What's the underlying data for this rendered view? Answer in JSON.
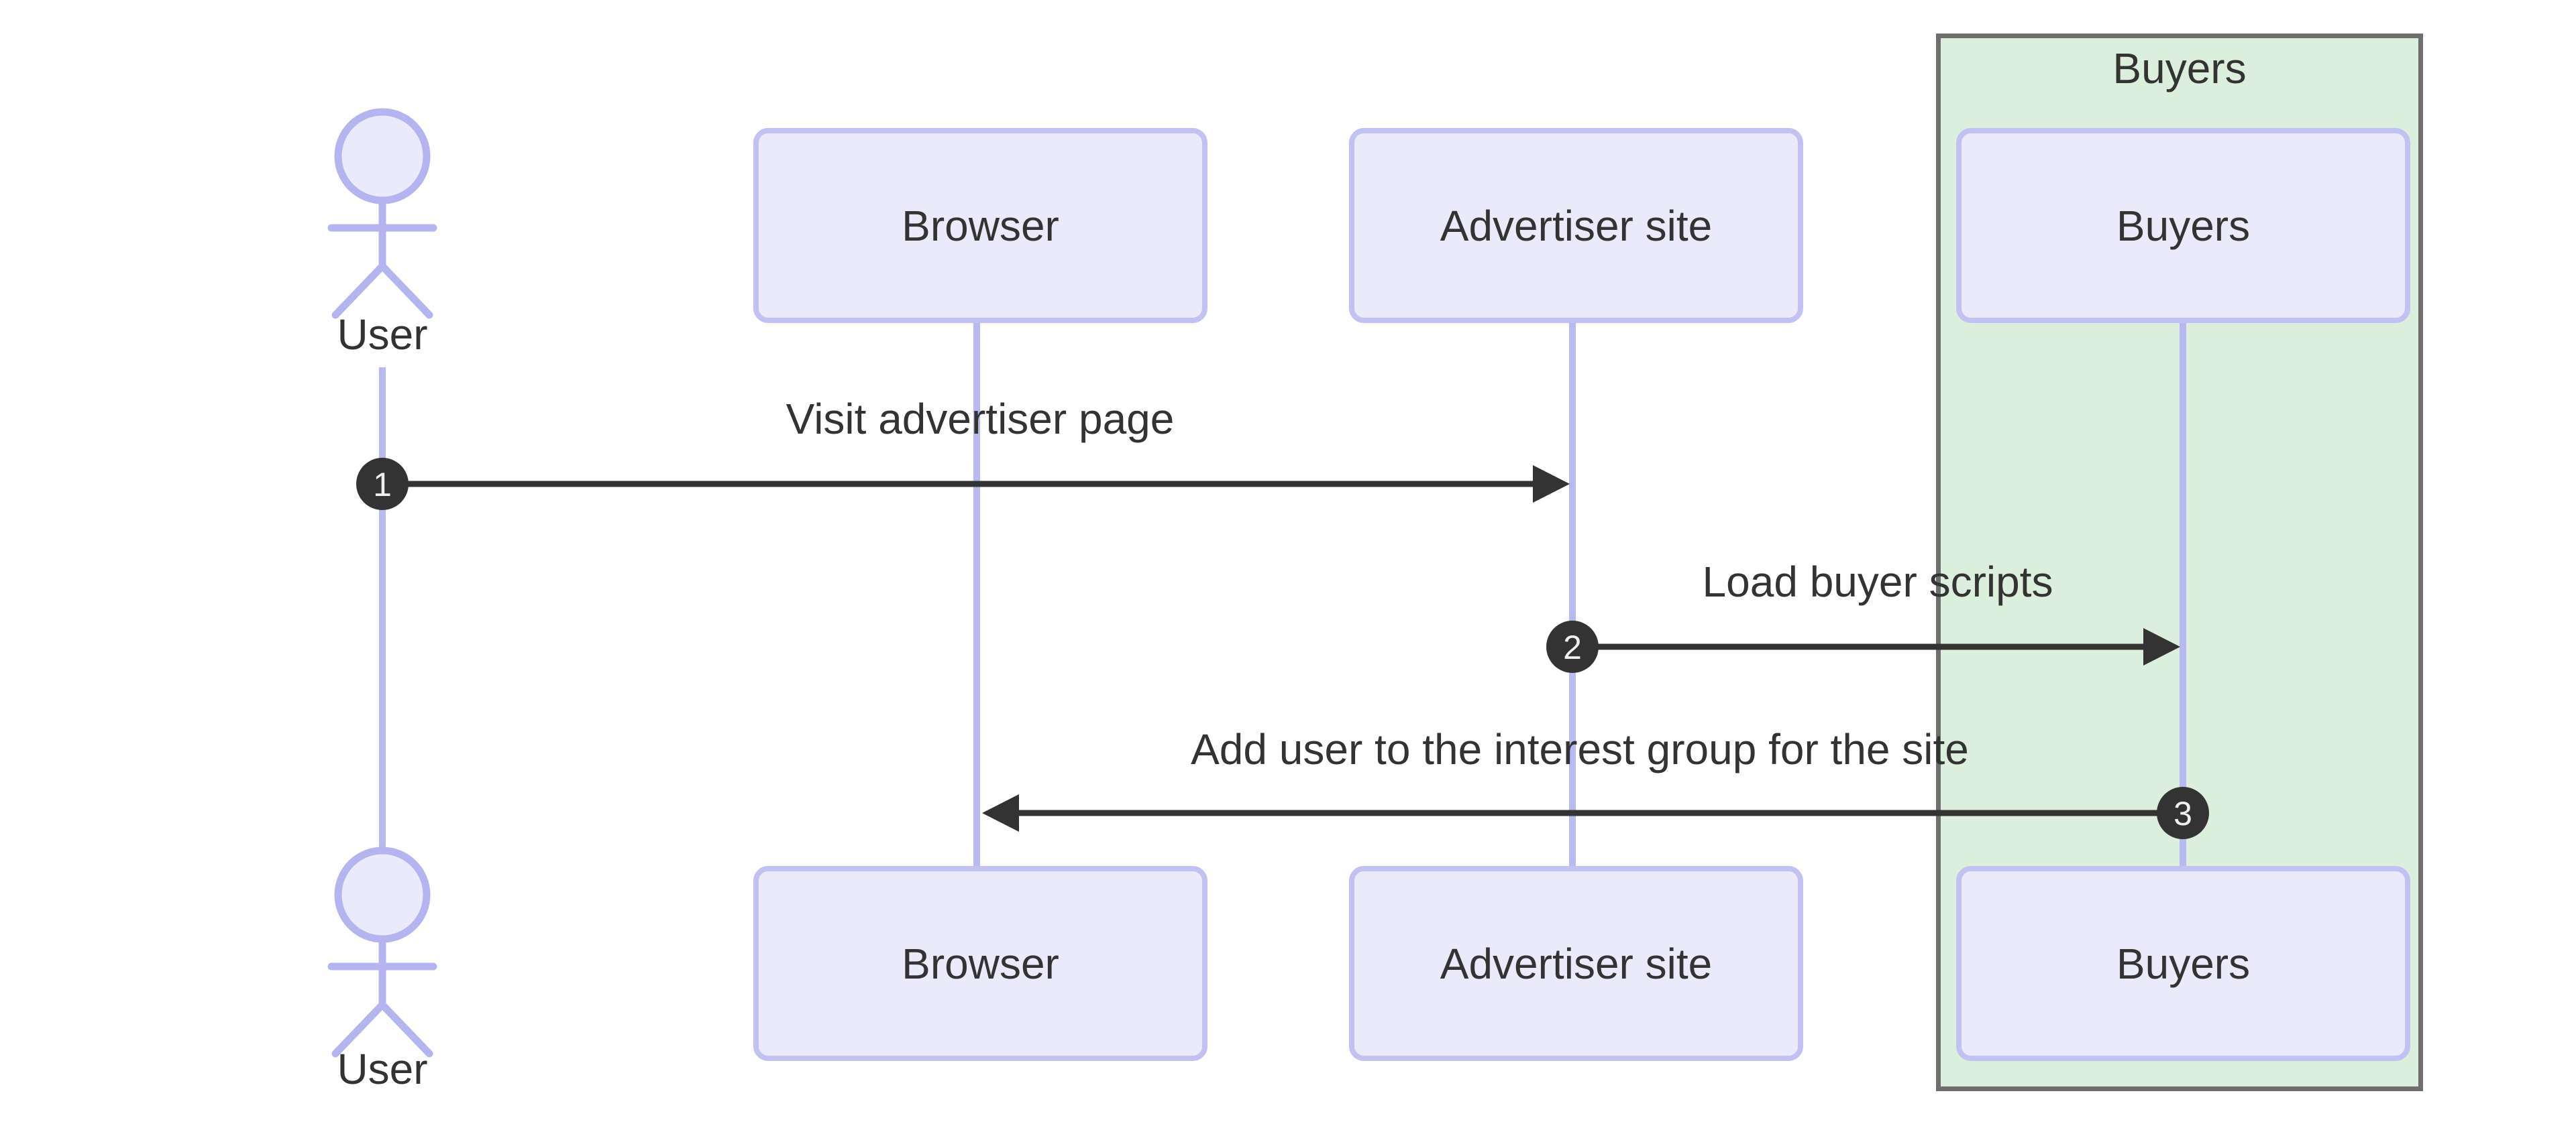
{
  "diagram": {
    "kind": "sequence-diagram",
    "actors": [
      {
        "label": "User",
        "type": "actor"
      },
      {
        "label": "Browser",
        "type": "participant"
      },
      {
        "label": "Advertiser site",
        "type": "participant"
      },
      {
        "label": "Buyers",
        "type": "participant"
      }
    ],
    "group": {
      "label": "Buyers"
    },
    "messages": [
      {
        "seq": "1",
        "from": "User",
        "to": "Advertiser site",
        "label": "Visit advertiser page"
      },
      {
        "seq": "2",
        "from": "Advertiser site",
        "to": "Buyers",
        "label": "Load buyer scripts"
      },
      {
        "seq": "3",
        "from": "Buyers",
        "to": "Browser",
        "label": "Add user to the interest group for the site"
      }
    ],
    "colors": {
      "background": "#FFFFFF",
      "participant_fill": "#EAEAFB",
      "participant_border": "#C2C2F2",
      "lifeline": "#B8B8F2",
      "actor_stroke": "#B4B4F0",
      "group_fill": "#DCEEDC",
      "group_border": "#6E6E6E",
      "message_line": "#333333",
      "badge_fill": "#333333",
      "badge_text": "#F0F0F0",
      "text": "#333333"
    }
  }
}
